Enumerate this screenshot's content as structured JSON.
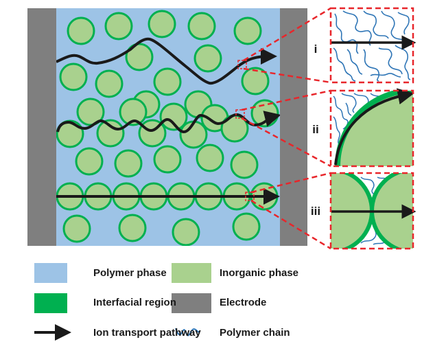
{
  "figure": {
    "description": "Schematic of ion transport pathways in composite polymer electrolyte",
    "colors": {
      "polymer_phase": "#9dc3e6",
      "inorganic_phase": "#a9d18e",
      "interfacial_region": "#00b050",
      "electrode": "#7f7f7f",
      "ion_path": "#1a1a1a",
      "polymer_chain": "#2e75b6",
      "zoom_box": "#e8262b"
    },
    "insets": [
      {
        "label": "i",
        "content": "Ion transport through polymer phase"
      },
      {
        "label": "ii",
        "content": "Ion transport along inorganic particle interface"
      },
      {
        "label": "iii",
        "content": "Ion transport through percolated inorganic particles"
      }
    ]
  },
  "legend": {
    "items": [
      {
        "label": "Polymer phase",
        "icon": "blue-swatch"
      },
      {
        "label": "Inorganic phase",
        "icon": "light-green-swatch"
      },
      {
        "label": "Interfacial region",
        "icon": "green-swatch"
      },
      {
        "label": "Electrode",
        "icon": "gray-swatch"
      },
      {
        "label": "Ion transport pathway",
        "icon": "arrow-icon"
      },
      {
        "label": "Polymer chain",
        "icon": "polymer-chain-icon"
      }
    ]
  }
}
